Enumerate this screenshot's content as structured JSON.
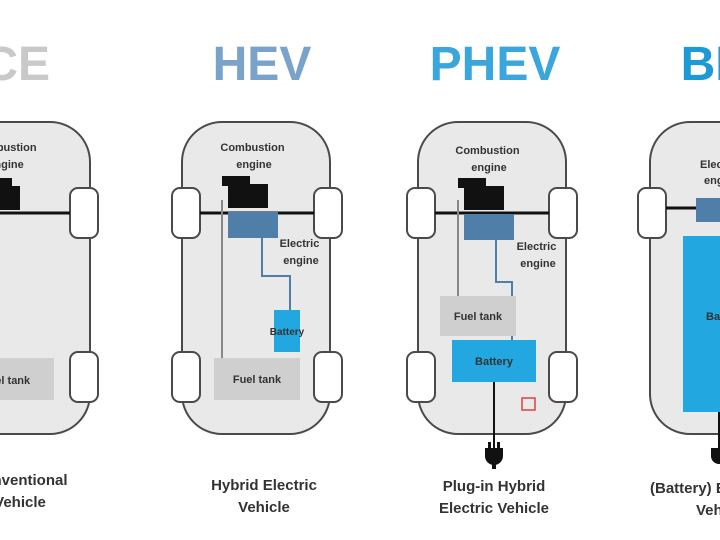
{
  "colors": {
    "ice": "#c9c9c9",
    "hev": "#7aa3cc",
    "phev": "#3aa6dd",
    "bev": "#1d9ad6",
    "body_fill": "#e9e9e9",
    "outline": "#4a4a4a",
    "engine_block": "#4f7ea8",
    "battery": "#22a7e0",
    "fuel_tank": "#cfcfcf",
    "engine_black": "#111111",
    "charge_port": "#e04040"
  },
  "icons": [
    "fuel-pump-shaped-engine-icon",
    "plug-icon"
  ],
  "vehicles": {
    "ice": {
      "heading": "ICE",
      "engine_label": [
        "Combustion",
        "engine"
      ],
      "fuel_tank_label": "Fuel tank",
      "caption": [
        "Conventional",
        "Vehicle"
      ]
    },
    "hev": {
      "heading": "HEV",
      "engine_label": [
        "Combustion",
        "engine"
      ],
      "electric_label": [
        "Electric",
        "engine"
      ],
      "battery_label": "Battery",
      "fuel_tank_label": "Fuel tank",
      "caption": [
        "Hybrid Electric",
        "Vehicle"
      ]
    },
    "phev": {
      "heading": "PHEV",
      "engine_label": [
        "Combustion",
        "engine"
      ],
      "electric_label": [
        "Electric",
        "engine"
      ],
      "battery_label": "Battery",
      "fuel_tank_label": "Fuel tank",
      "caption": [
        "Plug-in Hybrid",
        "Electric Vehicle"
      ]
    },
    "bev": {
      "heading": "BEV",
      "electric_label": [
        "Electric",
        "engine"
      ],
      "battery_label": "Battery",
      "caption": [
        "(Battery) Electric",
        "Vehicle"
      ]
    }
  }
}
